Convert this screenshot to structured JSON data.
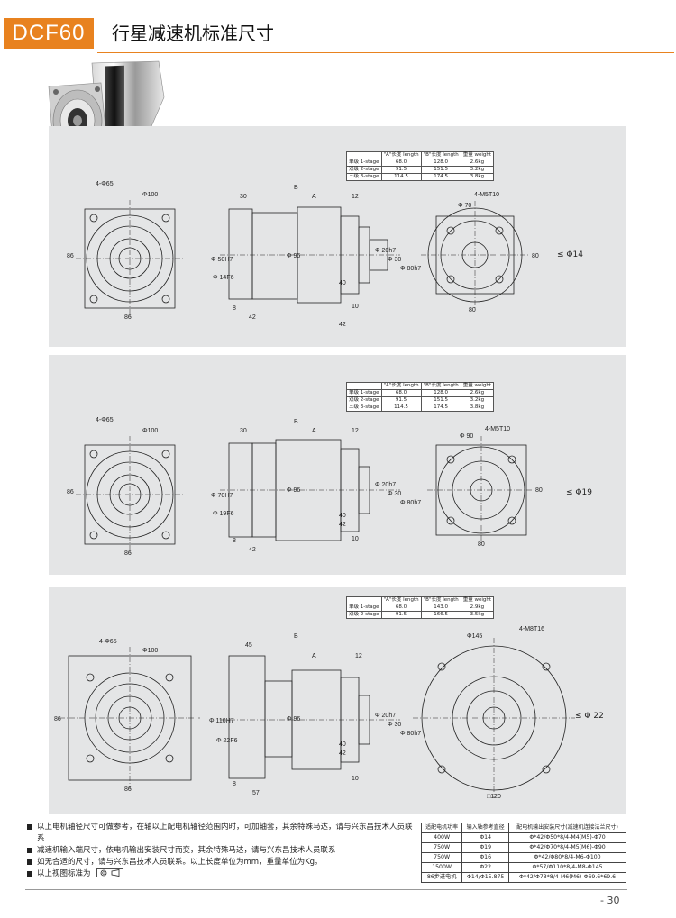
{
  "header": {
    "badge": "DCF60",
    "title": "行星减速机标准尺寸"
  },
  "spec_cols": [
    "\"A\"长度 length",
    "\"B\"长度 length",
    "重量 weight"
  ],
  "panels": [
    {
      "rows": [
        [
          "单级 1-stage",
          "68.0",
          "128.0",
          "2.6kg"
        ],
        [
          "双级 2-stage",
          "91.5",
          "151.5",
          "3.2kg"
        ],
        [
          "三级 3-stage",
          "114.5",
          "174.5",
          "3.8kg"
        ]
      ],
      "shaft": "≤ Φ14",
      "dims": {
        "front_pcd": "Φ100",
        "front_holes": "4-Φ65",
        "front_h": "86",
        "front_w": "86",
        "len_b": "B",
        "len_30": "30",
        "len_a": "A",
        "len_12": "12",
        "phi1": "Φ 50H7",
        "phi2": "Φ 14F6",
        "phi3": "Φ 96",
        "phi4": "Φ 20h7",
        "phi5": "Φ 30",
        "phi6": "Φ 80h7",
        "l40": "40",
        "l8": "8",
        "l42a": "42",
        "l10": "10",
        "l42b": "42",
        "rear_holes": "4-M5T10",
        "rear_pcd": "Φ 70",
        "rear_h": "80",
        "rear_w": "80"
      }
    },
    {
      "rows": [
        [
          "单级 1-stage",
          "68.0",
          "128.0",
          "2.6kg"
        ],
        [
          "双级 2-stage",
          "91.5",
          "151.5",
          "3.2kg"
        ],
        [
          "三级 3-stage",
          "114.5",
          "174.5",
          "3.8kg"
        ]
      ],
      "shaft": "≤ Φ19",
      "dims": {
        "front_pcd": "Φ100",
        "front_holes": "4-Φ65",
        "front_h": "86",
        "front_w": "86",
        "len_b": "B",
        "len_30": "30",
        "len_a": "A",
        "len_12": "12",
        "phi1": "Φ 70H7",
        "phi2": "Φ 19F6",
        "phi3": "Φ 96",
        "phi4": "Φ 20h7",
        "phi5": "Φ 30",
        "phi6": "Φ 80h7",
        "l40": "40",
        "l8": "8",
        "l42a": "42",
        "l10": "10",
        "l42b": "42",
        "rear_holes": "4-M5T10",
        "rear_pcd": "Φ 90",
        "rear_h": "80",
        "rear_w": "80"
      }
    },
    {
      "rows": [
        [
          "单级 1-stage",
          "68.0",
          "143.0",
          "2.9kg"
        ],
        [
          "双级 2-stage",
          "91.5",
          "166.5",
          "3.5kg"
        ]
      ],
      "shaft": "≤ Φ 22",
      "dims": {
        "front_pcd": "Φ100",
        "front_holes": "4-Φ65",
        "front_h": "86",
        "front_w": "86",
        "len_b": "B",
        "len_30": "45",
        "len_a": "A",
        "len_12": "12",
        "phi1": "Φ 110H7",
        "phi2": "Φ 22F6",
        "phi3": "Φ 96",
        "phi4": "Φ 20h7",
        "phi5": "Φ 30",
        "phi6": "Φ 80h7",
        "l40": "40",
        "l8": "8",
        "l42a": "57",
        "l10": "10",
        "l42b": "42",
        "rear_holes": "4-M8T16",
        "rear_pcd": "Φ145",
        "rear_h": "",
        "rear_w": "□120"
      }
    }
  ],
  "notes": [
    "以上电机轴径尺寸可做参考，在轴以上配电机轴径范围内时，可加轴套，其余特殊马达，请与兴东昌技术人员联系",
    "减速机输入端尺寸，依电机输出安装尺寸而变，其余特殊马达，请与兴东昌技术人员联系",
    "如无合适的尺寸，请与兴东昌技术人员联系。以上长度单位为mm，重量单位为Kg。",
    "以上视图标准为"
  ],
  "motor_table": {
    "headers": [
      "适配电机功率",
      "输入轴参考直径",
      "配电机输出安装尺寸(减速机连接法兰尺寸)"
    ],
    "rows": [
      [
        "400W",
        "Φ14",
        "Φ*42/Φ50*8/4-M4(M5)-Φ70"
      ],
      [
        "750W",
        "Φ19",
        "Φ*42/Φ70*8/4-M5(M6)-Φ90"
      ],
      [
        "750W",
        "Φ16",
        "Φ*42/Φ80*8/4-M6-Φ100"
      ],
      [
        "1500W",
        "Φ22",
        "Φ*57/Φ110*8/4-M8-Φ145"
      ],
      [
        "86步进电机",
        "Φ14/Φ15.875",
        "Φ*42/Φ73*8/4-M6(M6)-Φ69.6*69.6"
      ]
    ]
  },
  "page_number": "- 30"
}
